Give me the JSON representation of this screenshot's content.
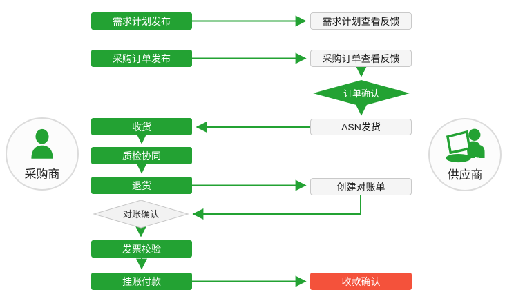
{
  "actors": {
    "buyer": {
      "label": "采购商"
    },
    "supplier": {
      "label": "供应商"
    }
  },
  "nodes": {
    "demand_publish": {
      "label": "需求计划发布"
    },
    "demand_feedback": {
      "label": "需求计划查看反馈"
    },
    "po_publish": {
      "label": "采购订单发布"
    },
    "po_feedback": {
      "label": "采购订单查看反馈"
    },
    "order_confirm": {
      "label": "订单确认"
    },
    "asn_ship": {
      "label": "ASN发货"
    },
    "receive": {
      "label": "收货"
    },
    "quality": {
      "label": "质检协同"
    },
    "return": {
      "label": "退货"
    },
    "statement": {
      "label": "创建对账单"
    },
    "recon_confirm": {
      "label": "对账确认"
    },
    "invoice": {
      "label": "发票校验"
    },
    "payment": {
      "label": "挂账付款"
    },
    "receipt_confirm": {
      "label": "收款确认"
    }
  },
  "colors": {
    "process_green": "#23A233",
    "highlight_red": "#F4523B",
    "connector_green": "#23A233",
    "neutral_box_bg": "#F5F5F5",
    "neutral_box_border": "#C9C9C9"
  }
}
